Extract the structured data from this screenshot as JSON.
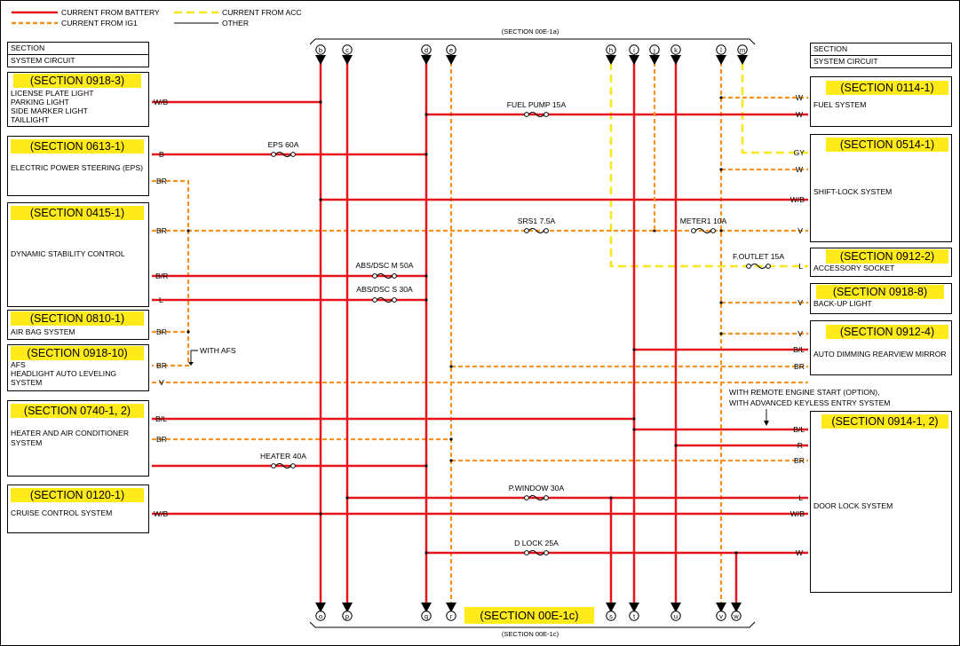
{
  "legend": {
    "battery": "CURRENT FROM BATTERY",
    "ig1": "CURRENT FROM IG1",
    "acc": "CURRENT FROM ACC",
    "other": "OTHER"
  },
  "colors": {
    "battery": "#e8141b",
    "ig1": "#f39423",
    "acc": "#f6e81d",
    "other": "#000000",
    "section_fill": "#ffea1a"
  },
  "top_ref": "(SECTION 00E-1a)",
  "bottom_ref": "(SECTION 00E-1c)",
  "bottom_section": "(SECTION 00E-1c)",
  "left": {
    "header": {
      "section": "SECTION",
      "system": "SYSTEM CIRCUIT"
    },
    "license": {
      "section": "(SECTION 0918-3)",
      "lines": [
        "LICENSE PLATE LIGHT",
        "PARKING LIGHT",
        "SIDE MARKER LIGHT",
        "TAILLIGHT"
      ],
      "wire": "W/B"
    },
    "eps": {
      "section": "(SECTION 0613-1)",
      "text": "ELECTRIC POWER STEERING (EPS)",
      "wire1": "B",
      "wire2": "BR"
    },
    "dsc": {
      "section": "(SECTION 0415-1)",
      "text": "DYNAMIC STABILITY CONTROL",
      "wire1": "BR",
      "wire2": "B/R",
      "wire3": "L"
    },
    "airbag": {
      "section": "(SECTION 0810-1)",
      "text": "AIR BAG SYSTEM",
      "wire": "BR"
    },
    "afs": {
      "section": "(SECTION 0918-10)",
      "lines": [
        "AFS",
        "HEADLIGHT AUTO LEVELING",
        "SYSTEM"
      ],
      "wire1": "BR",
      "wire2": "V"
    },
    "heater": {
      "section": "(SECTION 0740-1, 2)",
      "lines": [
        "HEATER AND AIR CONDITIONER",
        "SYSTEM"
      ],
      "wire1": "B/L",
      "wire2": "BR"
    },
    "cruise": {
      "section": "(SECTION 0120-1)",
      "text": "CRUISE CONTROL SYSTEM",
      "wire": "W/B"
    }
  },
  "right": {
    "header": {
      "section": "SECTION",
      "system": "SYSTEM CIRCUIT"
    },
    "fuel": {
      "section": "(SECTION 0114-1)",
      "text": "FUEL SYSTEM",
      "wire1": "W",
      "wire2": "W"
    },
    "shift": {
      "section": "(SECTION 0514-1)",
      "text": "SHIFT-LOCK SYSTEM",
      "wire1": "GY",
      "wire2": "W",
      "wire3": "W/B",
      "wire4": "V"
    },
    "socket": {
      "section": "(SECTION 0912-2)",
      "text": "ACCESSORY SOCKET",
      "wire": "L"
    },
    "backup": {
      "section": "(SECTION 0918-8)",
      "text": "BACK-UP LIGHT",
      "wire": "V"
    },
    "mirror": {
      "section": "(SECTION 0912-4)",
      "text": "AUTO DIMMING REARVIEW MIRROR",
      "wire1": "V",
      "wire2": "B/L",
      "wire3": "BR"
    },
    "door": {
      "section": "(SECTION 0914-1, 2)",
      "text": "DOOR LOCK SYSTEM",
      "wires": [
        "B/L",
        "R",
        "BR",
        "L",
        "W/B",
        "W"
      ]
    }
  },
  "fuses": {
    "fuel_pump": "FUEL PUMP 15A",
    "eps": "EPS 60A",
    "srs1": "SRS1 7.5A",
    "meter1": "METER1 10A",
    "foutlet": "F.OUTLET 15A",
    "absm": "ABS/DSC M 50A",
    "abss": "ABS/DSC S 30A",
    "heater": "HEATER 40A",
    "pwindow": "P.WINDOW 30A",
    "dlock": "D LOCK 25A"
  },
  "notes": {
    "with_afs": "WITH AFS",
    "remote_line1": "WITH REMOTE ENGINE START (OPTION),",
    "remote_line2": "WITH ADVANCED KEYLESS ENTRY SYSTEM"
  },
  "connectors_top": [
    "b",
    "c",
    "d",
    "e",
    "h",
    "i",
    "j",
    "k",
    "l",
    "m"
  ],
  "connectors_bottom": [
    "o",
    "p",
    "q",
    "r",
    "s",
    "t",
    "u",
    "v",
    "w"
  ]
}
